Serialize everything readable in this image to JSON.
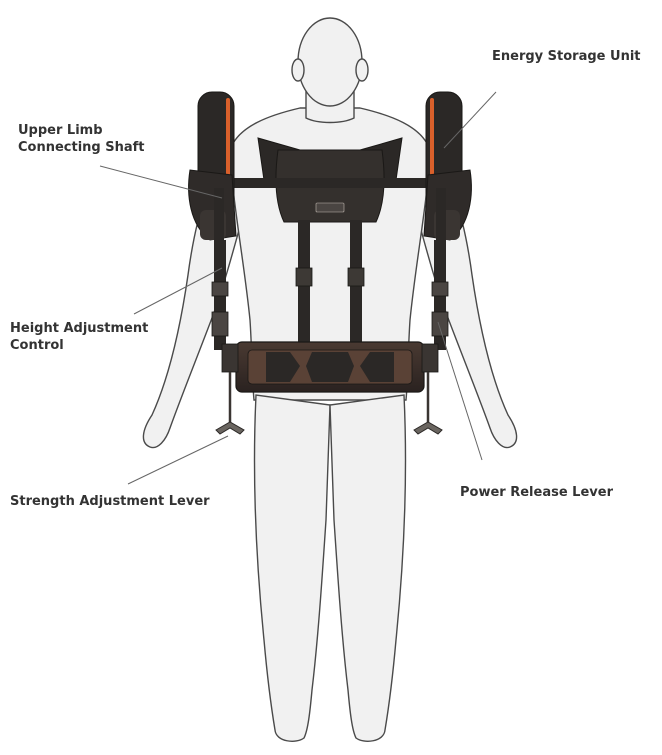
{
  "diagram": {
    "labels": {
      "energy_storage_unit": "Energy Storage Unit",
      "upper_limb_shaft": [
        "Upper Limb",
        "Connecting Shaft"
      ],
      "height_adjustment": [
        "Height Adjustment",
        "Control"
      ],
      "strength_lever": "Strength Adjustment Lever",
      "power_release_lever": "Power Release Lever"
    },
    "colors": {
      "body_fill": "#f1f1f1",
      "body_outline": "#4a4a4a",
      "strap": "#2b2826",
      "accent": "#d9602b",
      "leader_line": "#666666",
      "label_text": "#333333"
    }
  }
}
